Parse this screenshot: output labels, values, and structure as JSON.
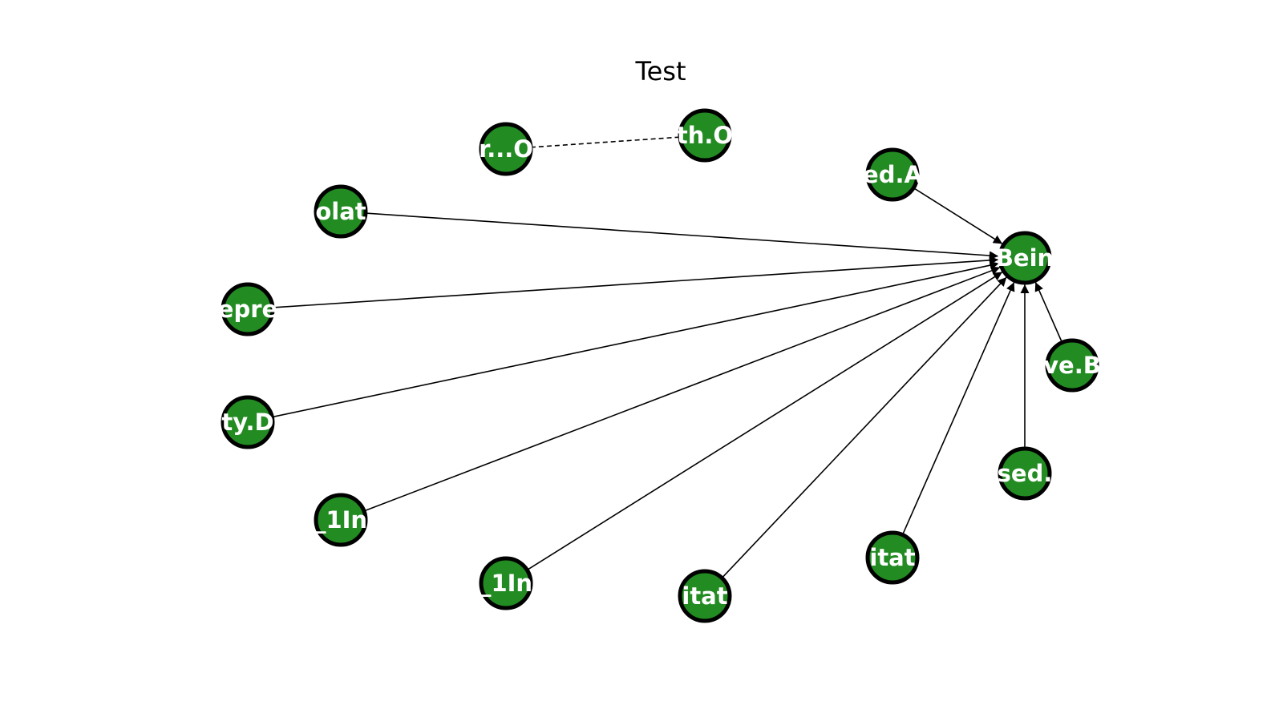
{
  "title": "Test",
  "colors": {
    "node_fill": "#228b22",
    "node_stroke": "#000000",
    "node_label": "#ffffff",
    "edge": "#000000"
  },
  "nodes": [
    {
      "id": "target",
      "label": "Bein"
    },
    {
      "id": "n1",
      "label": "ed.A"
    },
    {
      "id": "n2",
      "label": "th.O"
    },
    {
      "id": "n3",
      "label": "r...O"
    },
    {
      "id": "n4",
      "label": "olat"
    },
    {
      "id": "n5",
      "label": "epre"
    },
    {
      "id": "n6",
      "label": "ty.D"
    },
    {
      "id": "n7",
      "label": "_1In"
    },
    {
      "id": "n8",
      "label": "_1In"
    },
    {
      "id": "n9",
      "label": "itat"
    },
    {
      "id": "n10",
      "label": "itat"
    },
    {
      "id": "n11",
      "label": "sed."
    },
    {
      "id": "n12",
      "label": "ve.B"
    }
  ],
  "edges": [
    {
      "from": "n3",
      "to": "n2",
      "arrow": false,
      "dashed": true
    },
    {
      "from": "n1",
      "to": "target",
      "arrow": true,
      "dashed": false
    },
    {
      "from": "n4",
      "to": "target",
      "arrow": true,
      "dashed": false
    },
    {
      "from": "n5",
      "to": "target",
      "arrow": true,
      "dashed": false
    },
    {
      "from": "n6",
      "to": "target",
      "arrow": true,
      "dashed": false
    },
    {
      "from": "n7",
      "to": "target",
      "arrow": true,
      "dashed": false
    },
    {
      "from": "n8",
      "to": "target",
      "arrow": true,
      "dashed": false
    },
    {
      "from": "n9",
      "to": "target",
      "arrow": true,
      "dashed": false
    },
    {
      "from": "n10",
      "to": "target",
      "arrow": true,
      "dashed": false
    },
    {
      "from": "n11",
      "to": "target",
      "arrow": true,
      "dashed": false
    },
    {
      "from": "n12",
      "to": "target",
      "arrow": true,
      "dashed": false
    }
  ]
}
